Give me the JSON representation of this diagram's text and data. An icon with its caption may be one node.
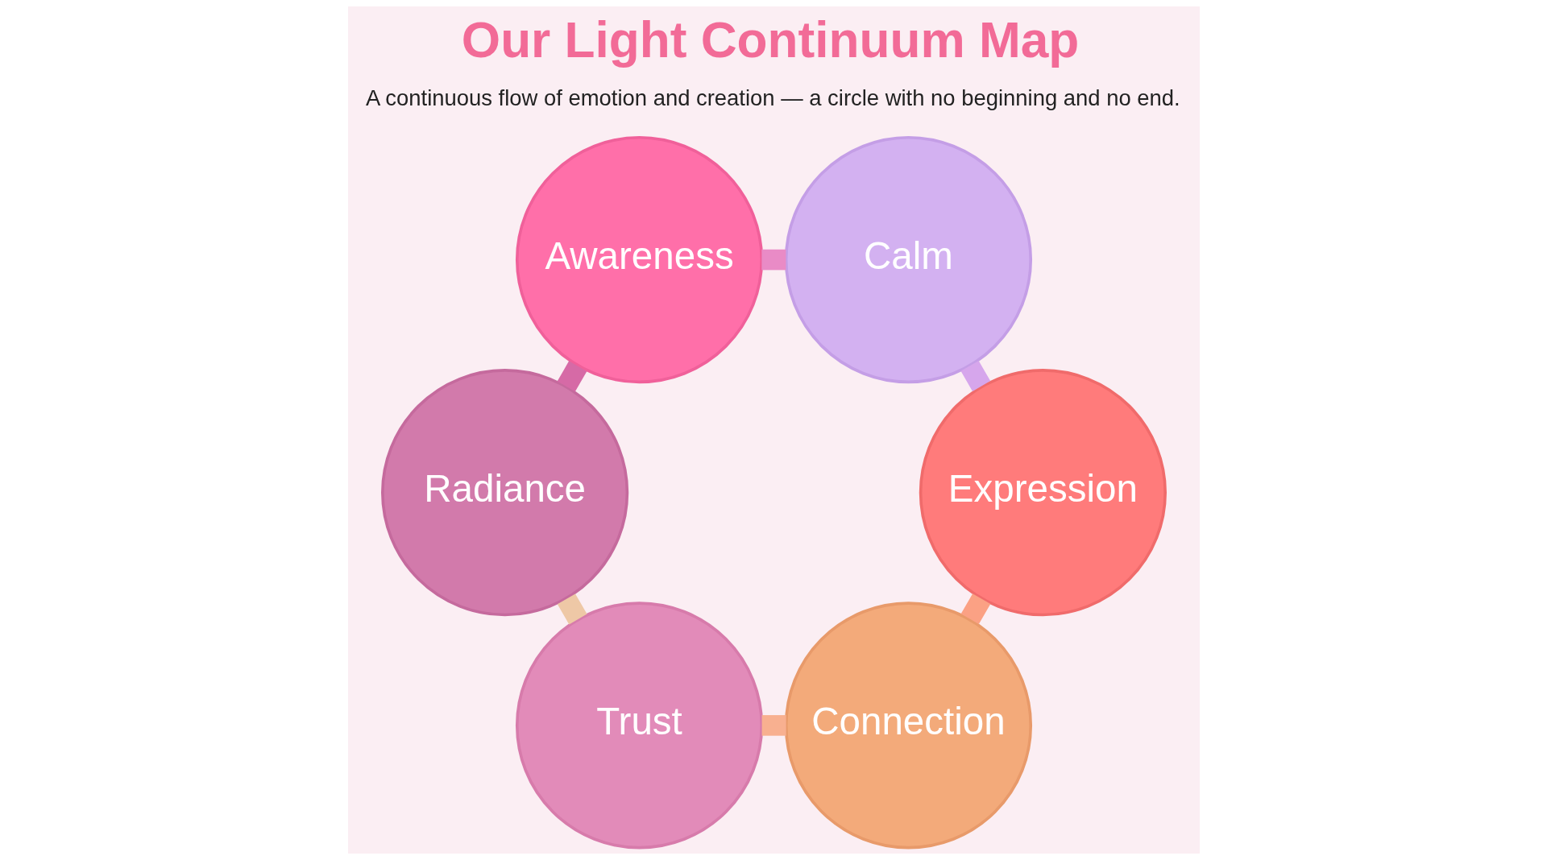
{
  "diagram": {
    "title": "Our Light Continuum Map",
    "caption": "A continuous flow of emotion and creation — a circle with no beginning and no end.",
    "nodes": [
      {
        "text": [
          "Awareness"
        ]
      },
      {
        "text": [
          "Calm"
        ]
      },
      {
        "text": [
          "Expression"
        ]
      },
      {
        "text": [
          "Connection"
        ]
      },
      {
        "text": [
          "Trust"
        ]
      },
      {
        "text": [
          "Radiance"
        ]
      }
    ],
    "edges": [
      {
        "from": 0,
        "to": 1,
        "arrow": "none",
        "color": "#e98bc6"
      },
      {
        "from": 1,
        "to": 2,
        "arrow": "none",
        "color": "#d6a6ec"
      },
      {
        "from": 2,
        "to": 3,
        "arrow": "none",
        "color": "#fba184"
      },
      {
        "from": 3,
        "to": 4,
        "arrow": "none",
        "color": "#f8b090"
      },
      {
        "from": 4,
        "to": 5,
        "arrow": "none",
        "color": "#eec8a6"
      },
      {
        "from": 5,
        "to": 0,
        "arrow": "none",
        "color": "#d66aa6"
      }
    ]
  }
}
